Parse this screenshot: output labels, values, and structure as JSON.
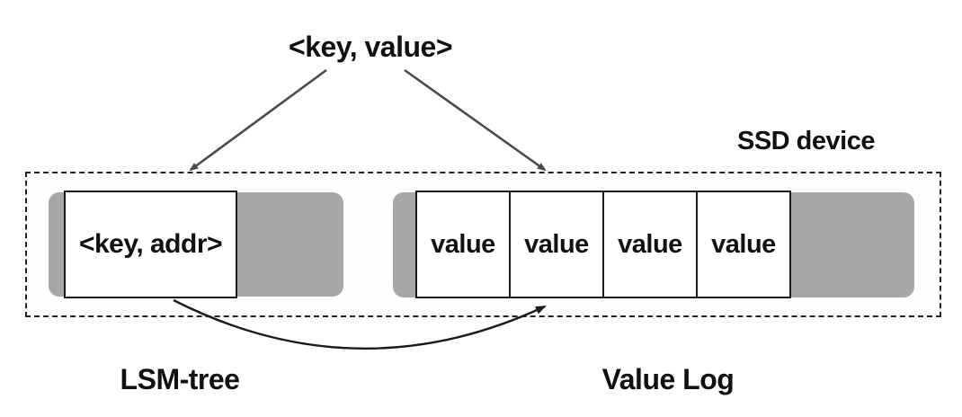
{
  "title": "<key, value>",
  "ssd": {
    "label": "SSD device"
  },
  "lsm_tree": {
    "record_label": "<key, addr>",
    "caption": "LSM-tree"
  },
  "value_log": {
    "cells": [
      "value",
      "value",
      "value",
      "value"
    ],
    "caption": "Value Log"
  },
  "colors": {
    "block_gray": "#a7a7a7",
    "arrow_gray": "#4a4a4a",
    "outline_black": "#1b1b1b"
  }
}
